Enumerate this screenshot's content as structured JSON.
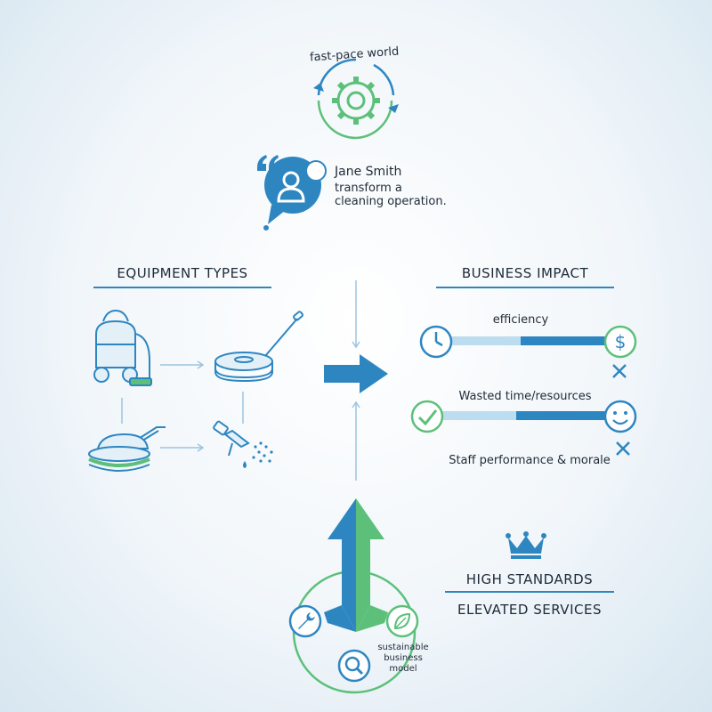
{
  "top": {
    "arc_label": "fast-pace world"
  },
  "quote": {
    "name": "Jane Smith",
    "line1": "transform a",
    "line2": "cleaning operation."
  },
  "equipment": {
    "title": "EQUIPMENT TYPES"
  },
  "impact": {
    "title": "BUSINESS IMPACT",
    "efficiency_label": "efficiency",
    "wasted_label": "Wasted time/resources",
    "staff_label": "Staff performance & morale",
    "efficiency_level": 0.55,
    "wasted_level": 0.55
  },
  "standards": {
    "line1": "HIGH STANDARDS",
    "line2": "ELEVATED SERVICES"
  },
  "model": {
    "label_line1": "sustainable",
    "label_line2": "business",
    "label_line3": "model"
  },
  "colors": {
    "blue": "#2e86c1",
    "green": "#5cc07a",
    "light_blue": "#bcdcef",
    "text": "#1f2b38"
  },
  "icons": [
    "gear-icon",
    "refresh-arrow-icon",
    "quote-icon",
    "user-icon",
    "speech-bubble-icon",
    "vacuum-icon",
    "floor-polisher-icon",
    "floor-scrubber-icon",
    "pressure-washer-icon",
    "clock-icon",
    "dollar-icon",
    "check-icon",
    "smiley-icon",
    "x-icon",
    "crown-icon",
    "wrench-icon",
    "magnifier-icon",
    "leaf-icon",
    "up-arrow-icon",
    "right-arrow-icon"
  ]
}
